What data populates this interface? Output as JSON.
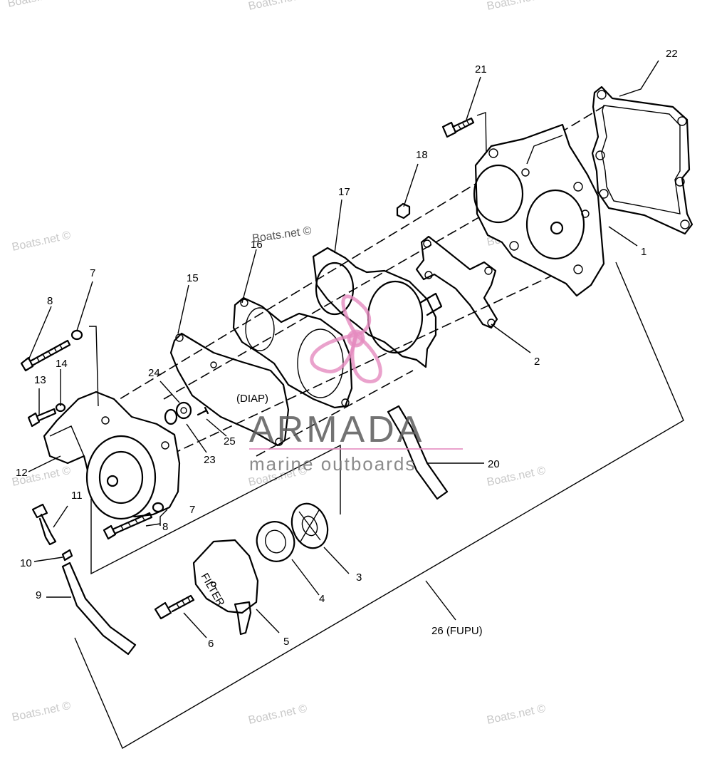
{
  "labels": {
    "p1": "1",
    "p2": "2",
    "p3": "3",
    "p4": "4",
    "p5": "5",
    "p6": "6",
    "p7a": "7",
    "p7b": "7",
    "p8a": "8",
    "p8b": "8",
    "p9": "9",
    "p10": "10",
    "p11": "11",
    "p12": "12",
    "p13": "13",
    "p14": "14",
    "p15": "15",
    "p16": "16",
    "p17": "17",
    "p18": "18",
    "p20": "20",
    "p21": "21",
    "p22": "22",
    "p23": "23",
    "p24": "24",
    "p25": "25",
    "p26": "26 (FUPU)",
    "diap": "(DIAP)",
    "filter": "FILTER"
  },
  "watermark": {
    "text": "Boats.net ©",
    "brand_main": "ARMADA",
    "brand_sub": "marine outboards"
  },
  "colors": {
    "ink": "#000000",
    "watermark": "#c9c9c9",
    "logo_pink": "#e58bbf",
    "brand_gray": "#5a5a5a"
  }
}
